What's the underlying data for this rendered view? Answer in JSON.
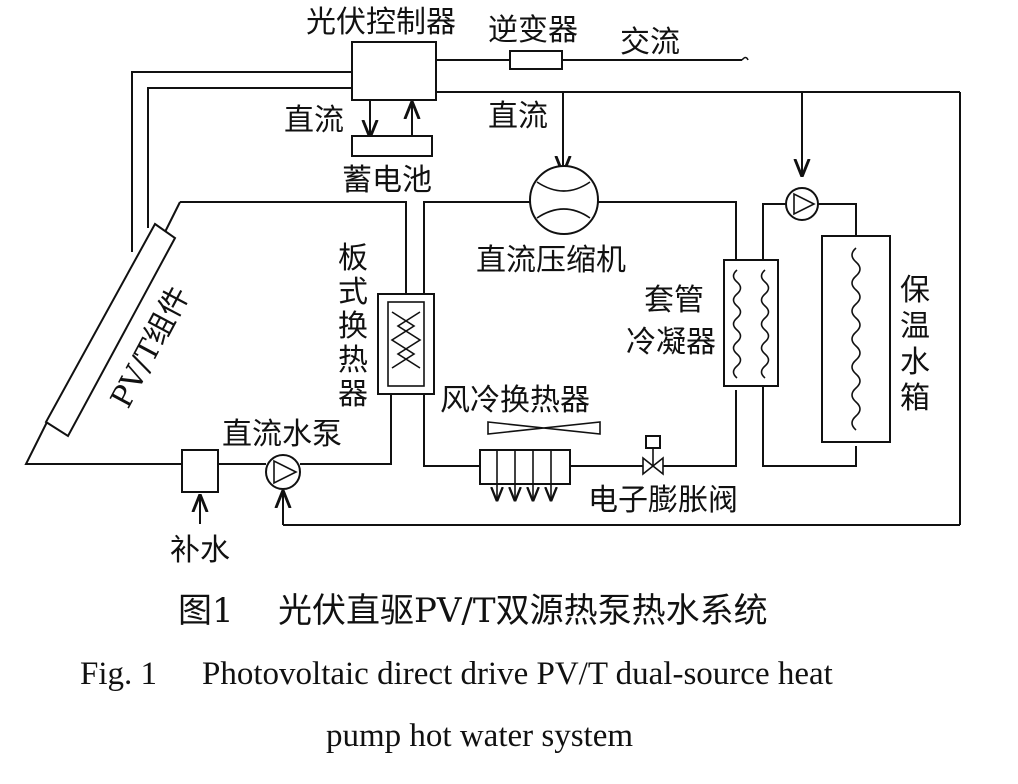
{
  "labels": {
    "pv_controller": "光伏控制器",
    "inverter": "逆变器",
    "ac": "交流",
    "dc_left": "直流",
    "dc_mid": "直流",
    "battery": "蓄电池",
    "pvt_module": "PV/T组件",
    "plate_hx": [
      "板",
      "式",
      "换",
      "热",
      "器"
    ],
    "dc_compressor": "直流压缩机",
    "casing_condenser_1": "套管",
    "casing_condenser_2": "冷凝器",
    "storage_tank": [
      "保",
      "温",
      "水",
      "箱"
    ],
    "air_hx": "风冷换热器",
    "dc_water_pump": "直流水泵",
    "make_up_water": "补水",
    "expansion_valve": "电子膨胀阀"
  },
  "caption": {
    "cn_num": "图1",
    "cn_title": "光伏直驱PV/T双源热泵热水系统",
    "en_num": "Fig. 1",
    "en_line1": "Photovoltaic direct drive PV/T dual-source heat",
    "en_line2": "pump hot water system"
  }
}
